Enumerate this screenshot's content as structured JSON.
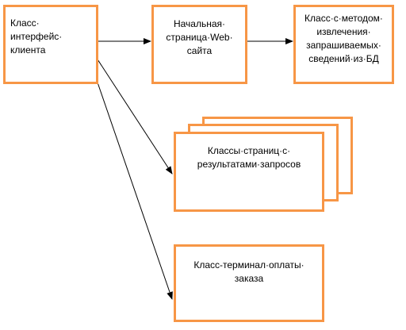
{
  "diagram": {
    "line_color": "#000000",
    "box_border_color": "#f79646",
    "boxes": {
      "client_interface": {
        "lines": [
          "Класс·",
          "интерфейс·",
          "клиента"
        ]
      },
      "start_page": {
        "lines": [
          "Начальная·",
          "страница·Web·",
          "сайта"
        ]
      },
      "retrieval_method": {
        "lines": [
          "Класс·с·методом·",
          "извлечения·",
          "запрашиваемых·",
          "сведений·из·БД"
        ]
      },
      "result_pages": {
        "lines": [
          "Классы·страниц·с·",
          "результатами·запросов"
        ]
      },
      "payment_terminal": {
        "lines": [
          "Класс-терминал·оплаты·",
          "заказа"
        ]
      }
    }
  }
}
